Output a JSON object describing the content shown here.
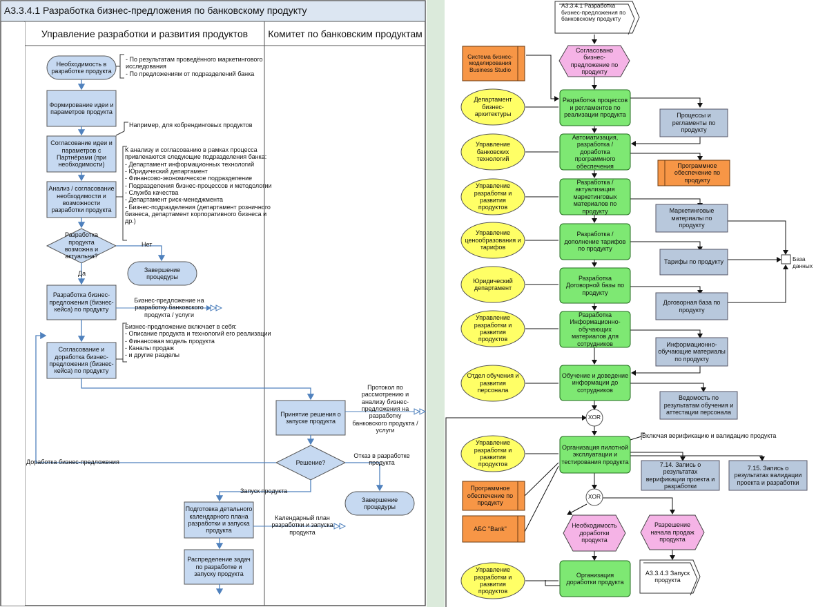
{
  "left": {
    "title": "А3.3.4.1 Разработка бизнес-предложения по банковскому продукту",
    "lanes": [
      "Управление разработки и развития продуктов",
      "Комитет по банковским продуктам"
    ],
    "start_event": "Необходимость в разработке продукта",
    "start_note": "- По результатам проведённого маркетингового исследования\n- По предложениям от подразделений банка",
    "steps": [
      "Формирование идеи и параметров продукта",
      "Согласование идеи и параметров с Партнёрами (при необходимости)",
      "Анализ / согласование необходимости и возможности разработки продукта",
      "Разработка бизнес-предложения (бизнес-кейса) по продукту",
      "Согласование и доработка бизнес-предложения (бизнес-кейса) по продукту",
      "Принятие решения о запуске продукта",
      "Подготовка детального календарного плана разработки и запуска продукта",
      "Распределение задач по разработке и запуску продукта"
    ],
    "note_partners": "Например, для кобрендинговых продуктов",
    "note_analysis": "К анализу и согласованию в рамках процесса привлекаются следующие подразделения банка:\n- Департамент информационных технологий\n- Юридический департамент\n- Финансово-экономическое подразделение\n- Подразделения бизнес-процессов и методологии\n- Служба качества\n- Департамент риск-менеджмента\n- Бизнес-подразделения (департамент розничного бизнеса, департамент корпоративного бизнеса и др.)",
    "decision1": "Разработка продукта возможна и актуальна?",
    "no_label": "Нет",
    "yes_label": "Да",
    "end1": "Завершение процедуры",
    "output_offer": "Бизнес-предложение на разработку банковского продукта / услуги",
    "note_offer": "Бизнес-предложение включает в себя:\n- Описание продукта и технологий его реализации\n- Финансовая модель продукта\n- Каналы продаж\n- и другие разделы",
    "output_protocol": "Протокол по рассмотрению и анализу бизнес-предложения на разработку банковского продукта / услуги",
    "decision2": "Решение?",
    "rework_label": "Доработка бизнес-предложения",
    "reject_label": "Отказ в разработке продукта",
    "launch_label": "Запуск продукта",
    "end2": "Завершение процедуры",
    "output_plan": "Календарный план разработки и запуска продукта"
  },
  "right": {
    "top_ref": "А3.3.4.1 Разработка бизнес-предложения по банковскому продукту",
    "system": "Система бизнес-моделирования Business Studio",
    "event_top": "Согласовано бизнес-предложение по продукту",
    "orgs": [
      "Департамент бизнес-архитектуры",
      "Управление банковских технологий",
      "Управление разработки и развития продуктов",
      "Управление ценообразования и тарифов",
      "Юридический департамент",
      "Управление разработки и развития продуктов",
      "Отдел обучения и развития персонала",
      "Управление разработки и развития продуктов",
      "Управление разработки и развития продуктов"
    ],
    "funcs": [
      "Разработка процессов и регламентов по реализации продукта",
      "Автоматизация, разработка / доработка программного обеспечения",
      "Разработка / актуализация маркетинговых материалов по продукту",
      "Разработка / дополнение тарифов по продукту",
      "Разработка Договорной базы по продукту",
      "Разработка Информационно-обучающих материалов для сотрудников",
      "Обучение и доведение информации до сотрудников",
      "Организация пилотной эксплуатации и тестирования продукта",
      "Организация доработки продукта"
    ],
    "docs": [
      "Процессы и регламенты по продукту",
      "Маркетинговые материалы по продукту",
      "Тарифы по продукту",
      "Договорная база по продукту",
      "Информационно-обучающие материалы по продукту",
      "Ведомость по результатам обучения и аттестации персонала",
      "7.14. Запись о результатах верификации проекта и разработки",
      "7.15. Запись о результатах валидации проекта и разработки"
    ],
    "software": "Программное обеспечение по продукту",
    "software2": "Программное обеспечение по продукту",
    "abs": "АБС \"Bank\"",
    "db_label": "База данных",
    "xor": "XOR",
    "pilot_note": "Включая верификацию и валидацию продукта",
    "event_rework": "Необходимость доработки продукта",
    "event_sales": "Разрешение начала продаж продукта",
    "next_ref": "А3.3.4.3 Запуск продукта"
  }
}
